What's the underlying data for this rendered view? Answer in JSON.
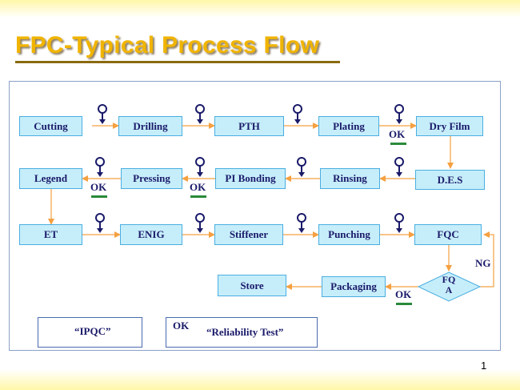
{
  "title": "FPC-Typical Process Flow",
  "page_number": "1",
  "nodes": {
    "cutting": "Cutting",
    "drilling": "Drilling",
    "pth": "PTH",
    "plating": "Plating",
    "dry_film": "Dry Film",
    "des": "D.E.S",
    "rinsing": "Rinsing",
    "pi_bonding": "PI Bonding",
    "pressing": "Pressing",
    "legend": "Legend",
    "et": "ET",
    "enig": "ENIG",
    "stiffener": "Stiffener",
    "punching": "Punching",
    "fqc": "FQC",
    "fqa": "FQ\nA",
    "packaging": "Packaging",
    "store": "Store"
  },
  "labels": {
    "ok": "OK",
    "ng": "NG"
  },
  "legend_box": {
    "ipqc_label": "“IPQC”",
    "ok_label": "OK",
    "reliability_label": "“Reliability Test”"
  },
  "colors": {
    "title": "#f0b400",
    "node_fill": "#c6eefa",
    "node_border": "#4aaee0",
    "arrow": "#f5a040",
    "symbol": "#1a1a6a",
    "ok_underline": "#2a8a3a"
  },
  "icons": {
    "ipqc": "female-sign-arrow-icon"
  }
}
